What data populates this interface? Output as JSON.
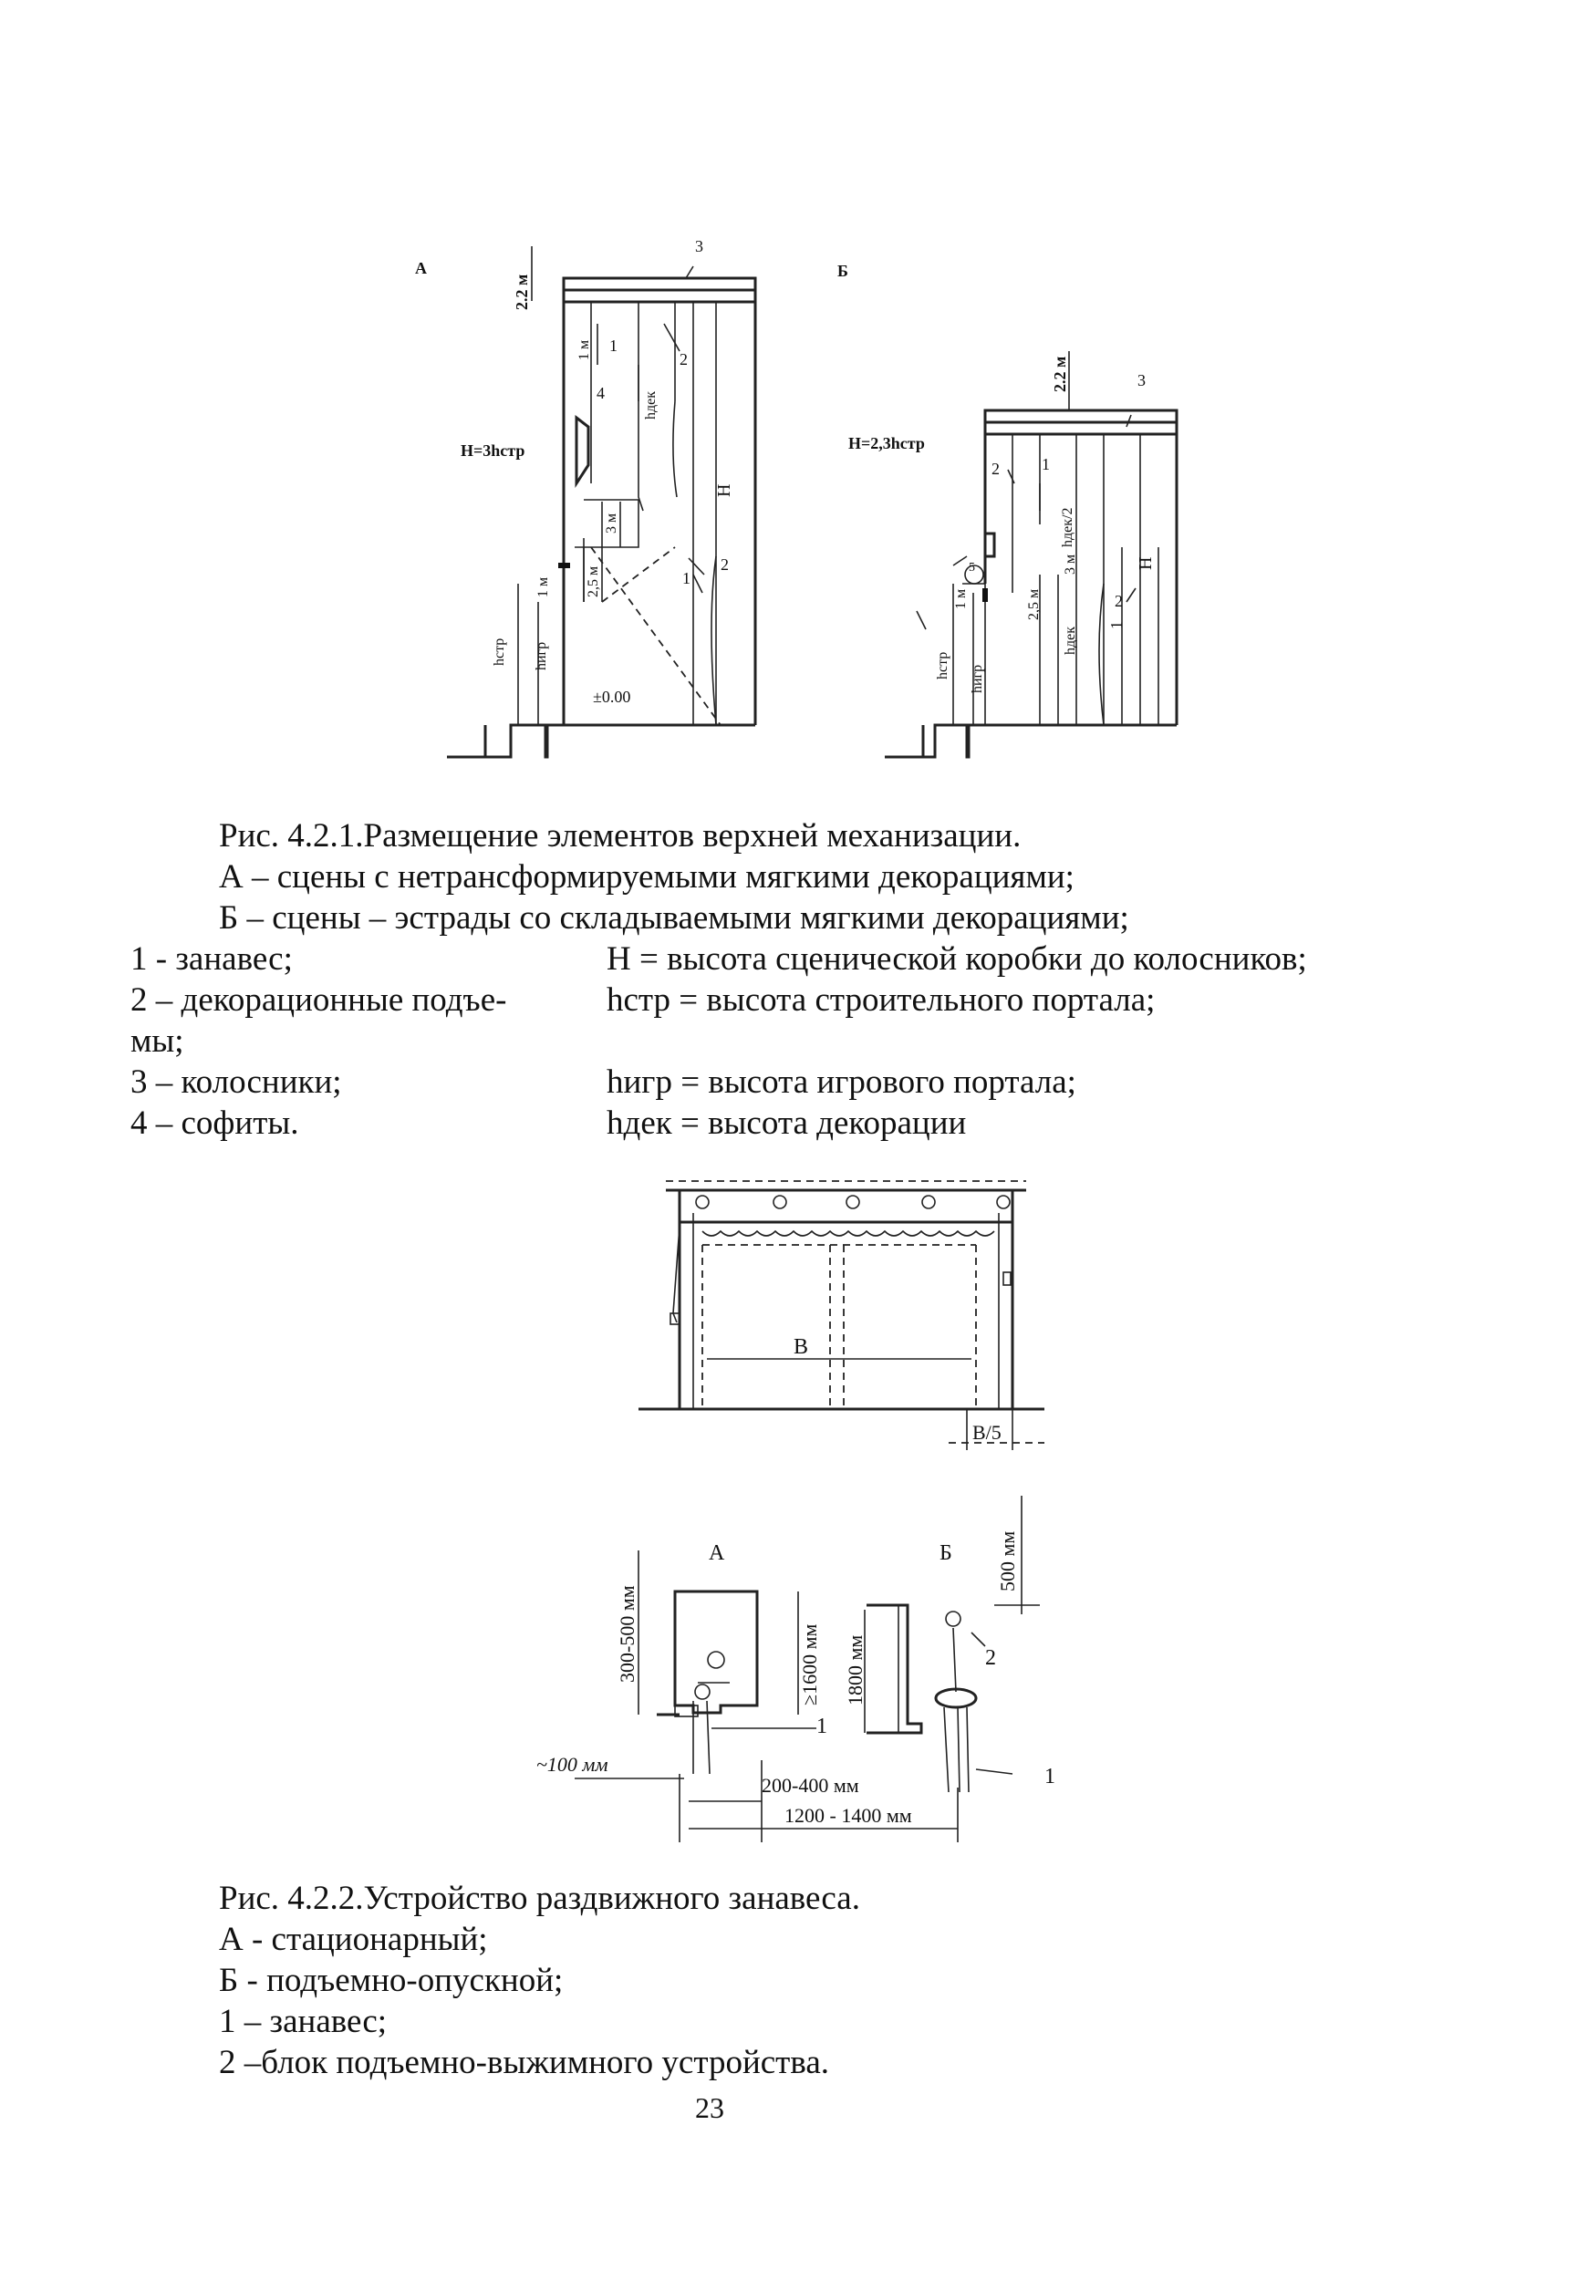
{
  "figure1": {
    "panel_a": {
      "letter": "А",
      "formula": "H=3hстр",
      "dim_top": "2.2 м",
      "label_3": "3",
      "label_2a": "2",
      "label_1a": "1",
      "label_4": "4",
      "dim_1m": "1 м",
      "dim_hdek": "hдек",
      "dim_H": "H",
      "dim_3m": "3 м",
      "dim_25m": "2,5 м",
      "dim_1m_b": "1 м",
      "label_2b": "2",
      "label_1b": "1",
      "dim_hstr": "hстр",
      "dim_higr": "hигр",
      "level": "±0.00"
    },
    "panel_b": {
      "letter": "Б",
      "formula": "H=2,3hстр",
      "dim_top": "2.2 м",
      "label_3": "3",
      "label_2a": "2",
      "label_1a": "1",
      "dim_hdek2": "hдек/2",
      "dim_3m": "3 м",
      "dim_H": "H",
      "dim_1m": "1 м",
      "dim_25m": "2,5 м",
      "dim_hdek": "hдек",
      "label_2b": "2",
      "label_1b": "1",
      "label_5": "5",
      "dim_hstr": "hстр",
      "dim_higr": "hигр"
    },
    "caption": {
      "title": "Рис. 4.2.1.Размещение элементов верхней механизации.",
      "line_a": "А – сцены с нетрансформируемыми мягкими декорациями;",
      "line_b": "Б – сцены – эстрады со складываемыми мягкими декорациями;",
      "legend_1": "1 - занавес;",
      "legend_H": "H = высота сценической коробки до колосников;",
      "legend_2": "2 – декорационные подъе-",
      "legend_2_cont": "мы;",
      "legend_hstr": "hстр = высота строительного портала;",
      "legend_3": "3 – колосники;",
      "legend_higr": "hигр = высота игрового портала;",
      "legend_4": "4 – софиты.",
      "legend_hdek": "hдек = высота декорации"
    }
  },
  "figure2": {
    "dim_B": "В",
    "dim_B5": "В/5",
    "panel_a": {
      "letter": "А",
      "dim_300_500": "300-500 мм",
      "dim_1600": "≥1600 мм",
      "dim_100": "~100 мм",
      "dim_200_400": "200-400 мм",
      "dim_1200_1400": "1200 - 1400 мм",
      "label_1": "1"
    },
    "panel_b": {
      "letter": "Б",
      "dim_500": "500 мм",
      "dim_1800": "1800 мм",
      "label_2": "2",
      "label_1": "1"
    },
    "caption": {
      "title": "Рис. 4.2.2.Устройство раздвижного занавеса.",
      "line_a": "А - стационарный;",
      "line_b": "Б - подъемно-опускной;",
      "legend_1": "1 – занавес;",
      "legend_2": "2 –блок подъемно-выжимного устройства."
    }
  },
  "page_number": "23"
}
